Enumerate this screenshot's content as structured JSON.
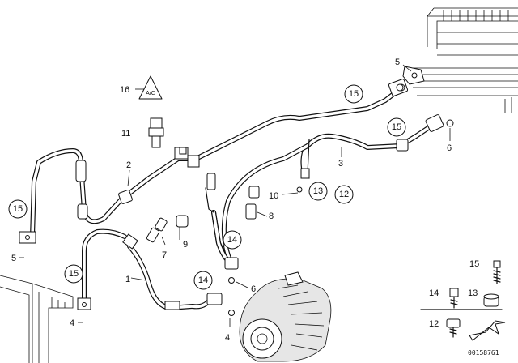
{
  "callouts": {
    "c1": "1",
    "c2": "2",
    "c3": "3",
    "c4a": "4",
    "c4b": "4",
    "c5a": "5",
    "c5b": "5",
    "c6a": "6",
    "c6b": "6",
    "c7": "7",
    "c8": "8",
    "c9": "9",
    "c10": "10",
    "c11": "11",
    "c12": "12",
    "c13": "13",
    "c14a": "14",
    "c14b": "14",
    "c15a": "15",
    "c15b": "15",
    "c15c": "15",
    "c15d": "15",
    "c16": "16"
  },
  "legend": {
    "l15": "15",
    "l14": "14",
    "l13": "13",
    "l12": "12"
  },
  "footer": {
    "ref": "00158761"
  }
}
